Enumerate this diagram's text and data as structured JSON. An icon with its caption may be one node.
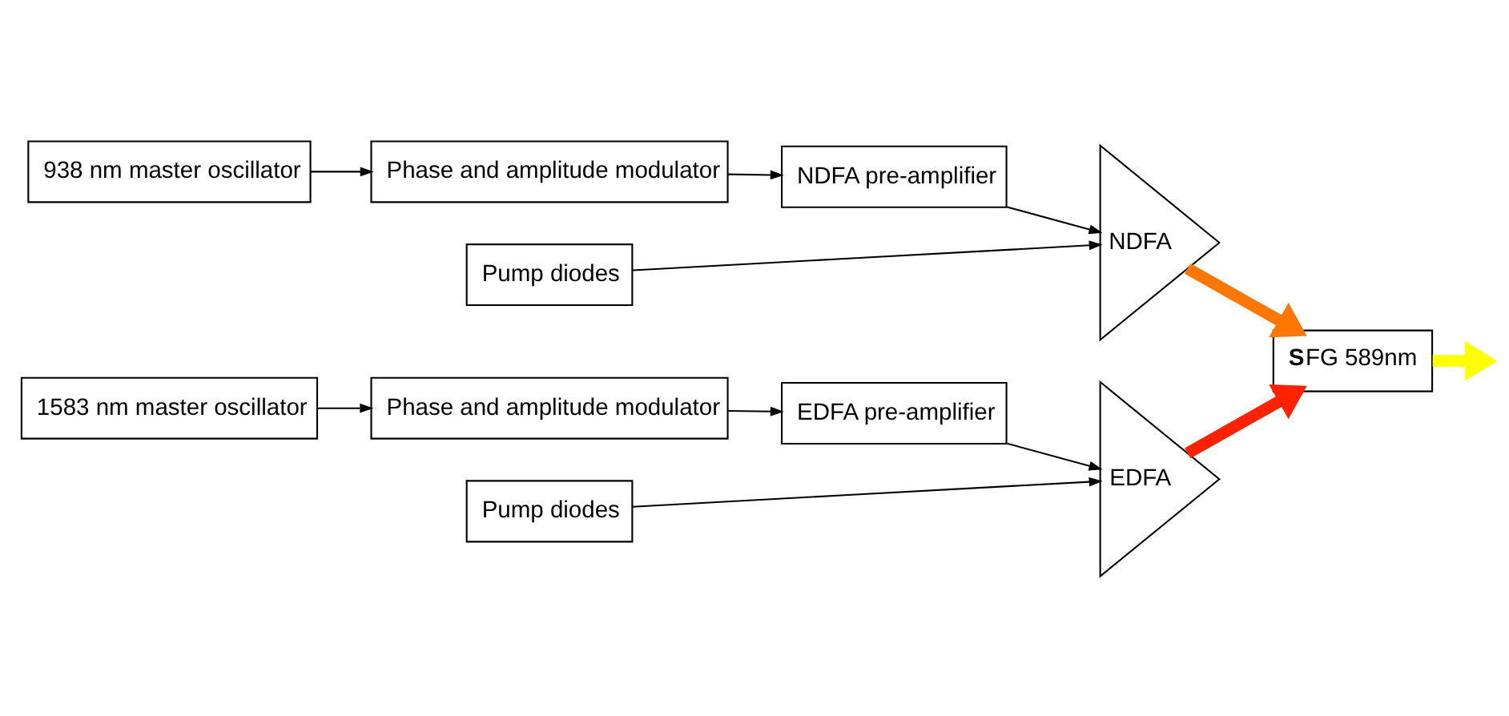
{
  "diagram": {
    "nodes": [
      {
        "text": [
          "938 nm master oscillator"
        ]
      },
      {
        "text": [
          "Phase and amplitude modulator"
        ]
      },
      {
        "text": [
          "NDFA pre-amplifier"
        ]
      },
      {
        "text": [
          "NDFA"
        ]
      },
      {
        "text": [
          "Pump diodes"
        ]
      },
      {
        "text": [
          "**S**FG 589nm"
        ]
      },
      {
        "text": [
          "Pump diodes"
        ]
      },
      {
        "text": [
          "EDFA"
        ]
      },
      {
        "text": [
          "1583 nm master oscillator"
        ]
      },
      {
        "text": [
          "Phase and amplitude modulator"
        ]
      },
      {
        "text": [
          "EDFA pre-amplifier"
        ]
      }
    ],
    "edges": [
      {
        "from": 0,
        "to": 1,
        "arrow": "to"
      },
      {
        "from": 1,
        "to": 2,
        "arrow": "to"
      },
      {
        "from": 2,
        "to": 3,
        "arrow": "to"
      },
      {
        "from": 4,
        "to": 3,
        "arrow": "to"
      },
      {
        "from": 3,
        "to": 5,
        "arrow": "to",
        "style": "thick",
        "color": "#ff7700"
      },
      {
        "from": 6,
        "to": 7,
        "arrow": "to"
      },
      {
        "from": 8,
        "to": 9,
        "arrow": "to"
      },
      {
        "from": 9,
        "to": 10,
        "arrow": "to"
      },
      {
        "from": 10,
        "to": 7,
        "arrow": "to"
      },
      {
        "from": 7,
        "to": 5,
        "arrow": "to",
        "style": "thick",
        "color": "#ff2200"
      },
      {
        "from": 5,
        "to": null,
        "arrow": "to",
        "style": "thick",
        "color": "#ffff00"
      }
    ]
  }
}
